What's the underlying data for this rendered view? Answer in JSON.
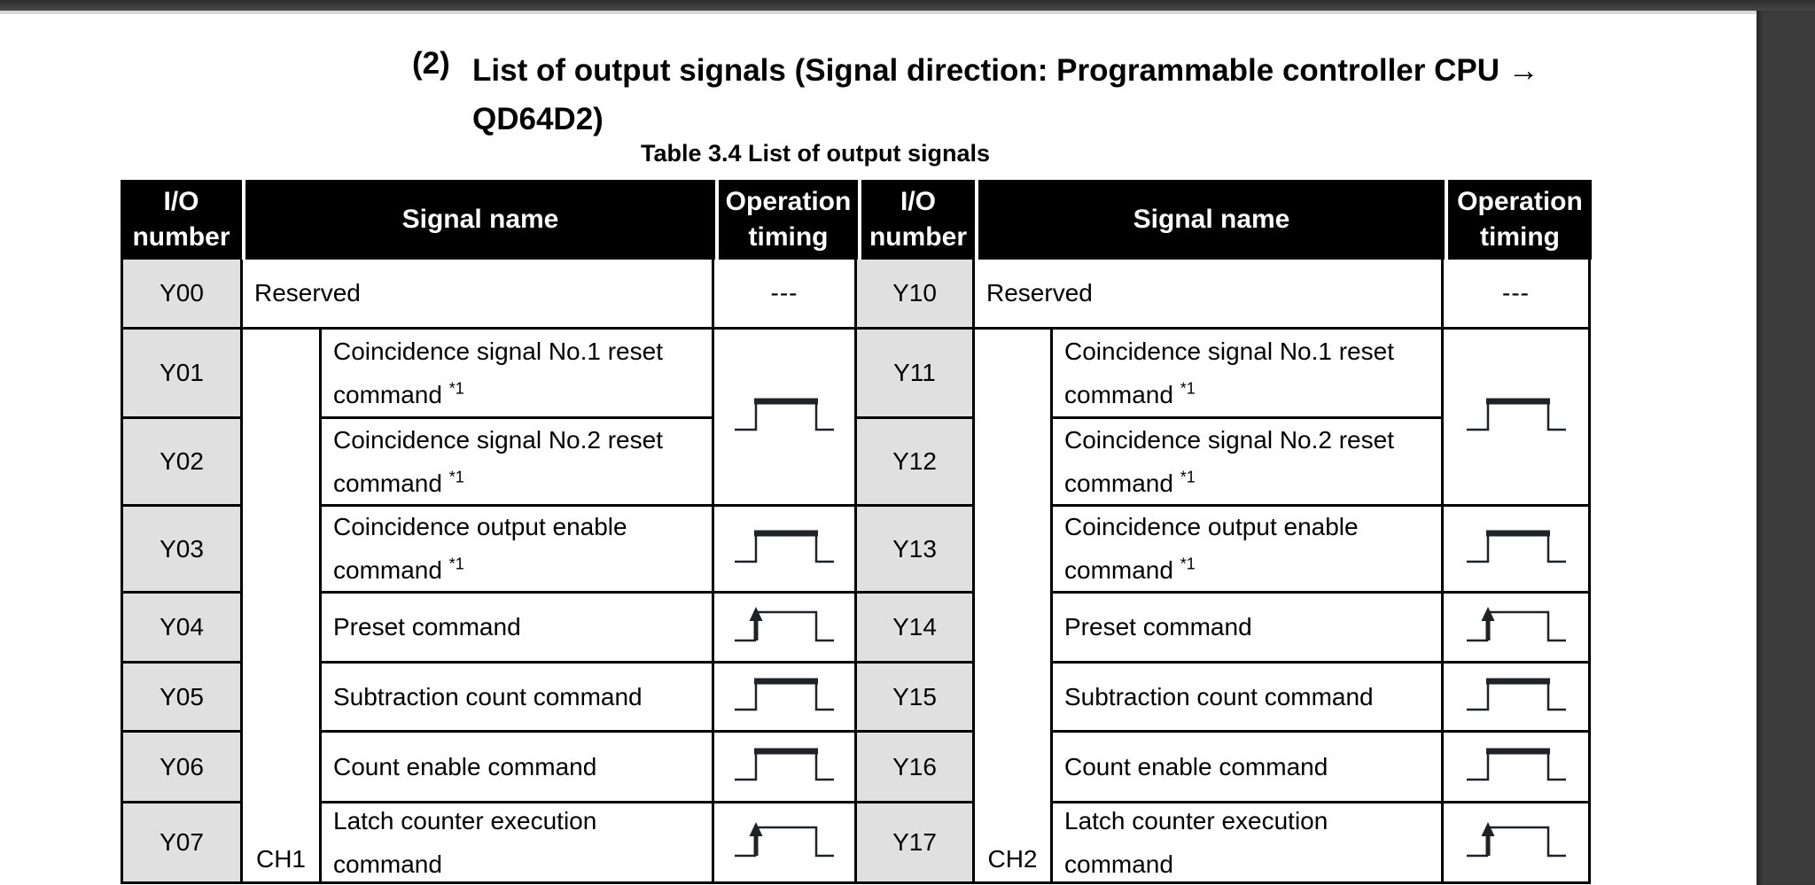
{
  "frame": {
    "top_bar_color": "#3a3a3a",
    "separator_color": "#d8d8d8",
    "gutter_color": "#3c3c3c",
    "page_color": "#ffffff"
  },
  "heading": {
    "number": "(2)",
    "line1": "List of output signals (Signal direction: Programmable controller CPU →",
    "line2": "QD64D2)"
  },
  "caption": "Table 3.4 List of output signals",
  "table": {
    "border_color": "#000000",
    "header_bg": "#000000",
    "header_text_color": "#ffffff",
    "io_cell_bg": "#e0e0e0",
    "waveform_color": "#1f2328",
    "columns": [
      {
        "label_lines": [
          "I/O",
          "number"
        ]
      },
      {
        "label_lines": [
          "Signal name"
        ]
      },
      {
        "label_lines": [
          "Operation",
          "timing"
        ]
      },
      {
        "label_lines": [
          "I/O",
          "number"
        ]
      },
      {
        "label_lines": [
          "Signal name"
        ]
      },
      {
        "label_lines": [
          "Operation",
          "timing"
        ]
      }
    ],
    "timing_icons": {
      "dashes": "triple-dash",
      "pulse-thick": "pulse-with-thick-high-level",
      "pulse-arrow": "pulse-with-rising-edge-arrow"
    },
    "sides": [
      {
        "channel": "CH1",
        "rows": [
          {
            "io": "Y00",
            "signal_lines": [
              "Reserved"
            ],
            "full_width": true,
            "timing": "dashes",
            "timing_label": "---"
          },
          {
            "io": "Y01",
            "signal_lines": [
              "Coincidence signal No.1 reset",
              "command"
            ],
            "footnote": "*1",
            "timing": "pulse-thick",
            "timing_rowspan": 2
          },
          {
            "io": "Y02",
            "signal_lines": [
              "Coincidence signal No.2 reset",
              "command"
            ],
            "footnote": "*1",
            "timing": null
          },
          {
            "io": "Y03",
            "signal_lines": [
              "Coincidence output enable",
              "command"
            ],
            "footnote": "*1",
            "timing": "pulse-thick"
          },
          {
            "io": "Y04",
            "signal_lines": [
              "Preset command"
            ],
            "timing": "pulse-arrow"
          },
          {
            "io": "Y05",
            "signal_lines": [
              "Subtraction count command"
            ],
            "timing": "pulse-thick"
          },
          {
            "io": "Y06",
            "signal_lines": [
              "Count enable command"
            ],
            "timing": "pulse-thick"
          },
          {
            "io": "Y07",
            "signal_lines": [
              "Latch counter execution",
              "command"
            ],
            "timing": "pulse-arrow"
          }
        ]
      },
      {
        "channel": "CH2",
        "rows": [
          {
            "io": "Y10",
            "signal_lines": [
              "Reserved"
            ],
            "full_width": true,
            "timing": "dashes",
            "timing_label": "---"
          },
          {
            "io": "Y11",
            "signal_lines": [
              "Coincidence signal No.1 reset",
              "command"
            ],
            "footnote": "*1",
            "timing": "pulse-thick",
            "timing_rowspan": 2
          },
          {
            "io": "Y12",
            "signal_lines": [
              "Coincidence signal No.2 reset",
              "command"
            ],
            "footnote": "*1",
            "timing": null
          },
          {
            "io": "Y13",
            "signal_lines": [
              "Coincidence output enable",
              "command"
            ],
            "footnote": "*1",
            "timing": "pulse-thick"
          },
          {
            "io": "Y14",
            "signal_lines": [
              "Preset command"
            ],
            "timing": "pulse-arrow"
          },
          {
            "io": "Y15",
            "signal_lines": [
              "Subtraction count command"
            ],
            "timing": "pulse-thick"
          },
          {
            "io": "Y16",
            "signal_lines": [
              "Count enable command"
            ],
            "timing": "pulse-thick"
          },
          {
            "io": "Y17",
            "signal_lines": [
              "Latch counter execution",
              "command"
            ],
            "timing": "pulse-arrow"
          }
        ]
      }
    ]
  }
}
